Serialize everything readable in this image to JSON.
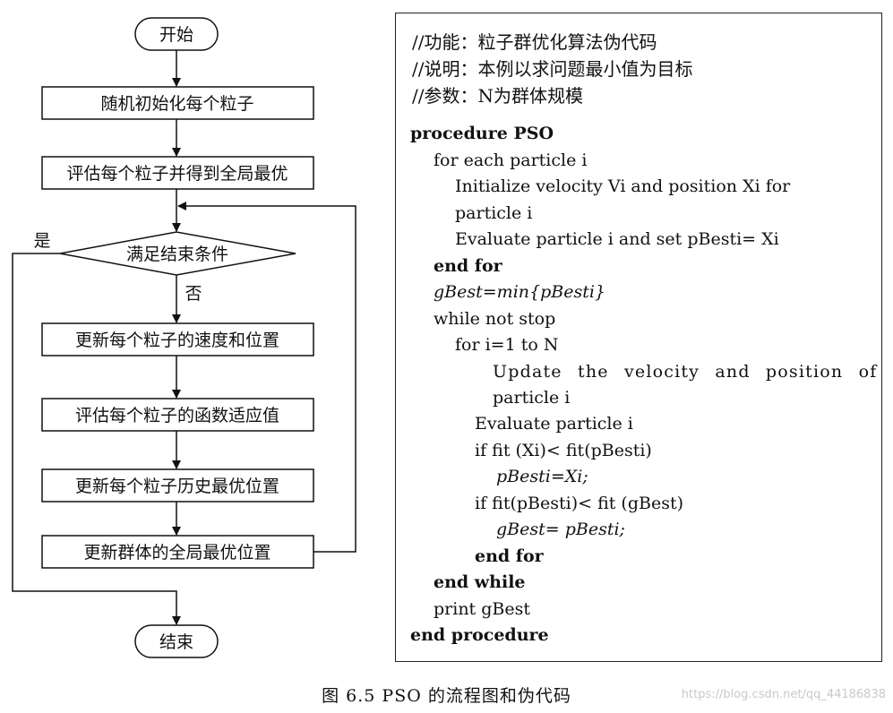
{
  "flowchart": {
    "start": "开始",
    "step_init": "随机初始化每个粒子",
    "step_eval_global": "评估每个粒子并得到全局最优",
    "decision": "满足结束条件",
    "decision_yes": "是",
    "decision_no": "否",
    "step_update_velocity": "更新每个粒子的速度和位置",
    "step_eval_fitness": "评估每个粒子的函数适应值",
    "step_update_personal": "更新每个粒子历史最优位置",
    "step_update_global": "更新群体的全局最优位置",
    "end": "结束"
  },
  "pseudocode": {
    "header": [
      "//功能：粒子群优化算法伪代码",
      "//说明：本例以求问题最小值为目标",
      "//参数：N为群体规模"
    ],
    "lines": [
      "procedure PSO",
      "for each particle i",
      "Initialize velocity Vi and position Xi for",
      "particle i",
      "Evaluate particle i and set pBesti= Xi",
      "end for",
      "gBest=min{pBesti}",
      "while not stop",
      "for i=1 to N",
      "Update the velocity and position of",
      "particle i",
      "Evaluate particle i",
      "if fit (Xi)< fit(pBesti)",
      "pBesti=Xi;",
      "if fit(pBesti)< fit (gBest)",
      "gBest= pBesti;",
      "end for",
      "end while",
      "print gBest",
      "end procedure"
    ]
  },
  "caption": "图 6.5   PSO 的流程图和伪代码",
  "watermark": "https://blog.csdn.net/qq_44186838"
}
